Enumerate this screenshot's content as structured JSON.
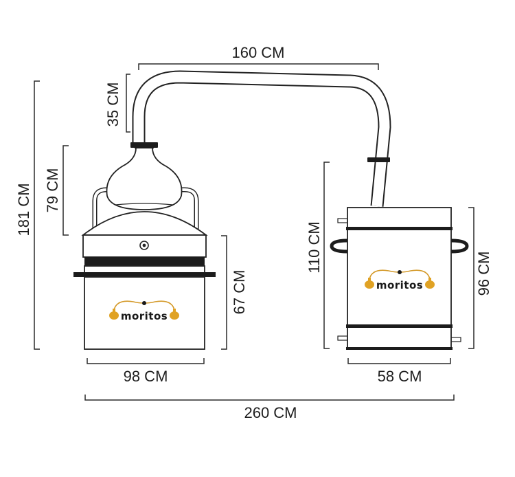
{
  "dimensions": {
    "pipe_width": "160 CM",
    "pipe_height": "35 CM",
    "total_height": "181 CM",
    "dome_height": "79 CM",
    "boiler_height": "67 CM",
    "condenser_height_total": "110 CM",
    "condenser_body_height": "96 CM",
    "boiler_width": "98 CM",
    "condenser_width": "58 CM",
    "total_width": "260 CM"
  },
  "logo": {
    "text": "moritos",
    "icon": "alembic-pot-icon",
    "accent_color": "#e0a224"
  }
}
